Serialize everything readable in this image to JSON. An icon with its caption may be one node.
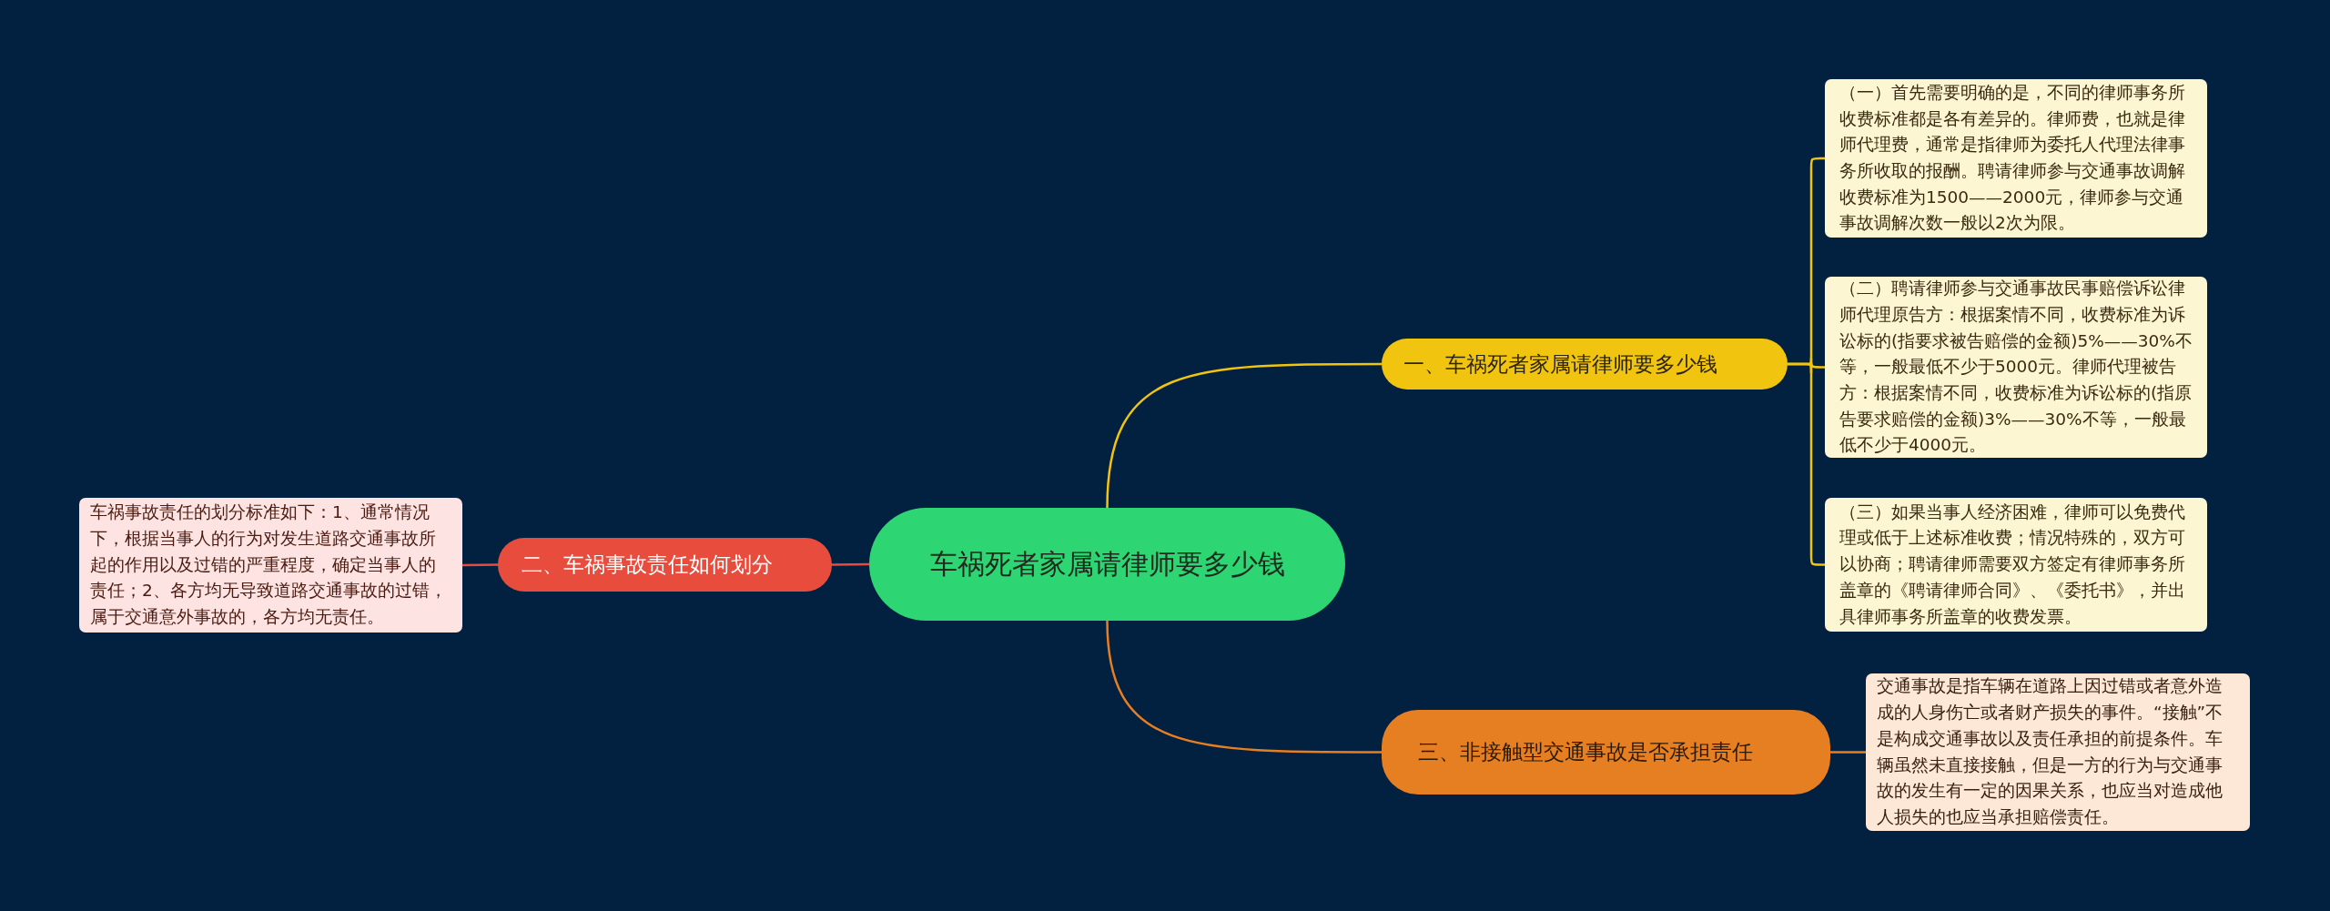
{
  "diagram": {
    "nodes": [
      {
        "text": [
          "车祸死者家属请律师要多少钱"
        ]
      },
      {
        "text": [
          "一、车祸死者家属请律师要多少钱"
        ]
      },
      {
        "text": [
          "（一）首先需要明确的是，不同的律师事务所收费标准都是各有差异的。律师费，也就是律师代理费，通常是指律师为委托人代理法律事务所收取的报酬。聘请律师参与交通事故调解收费标准为1500——2000元，律师参与交通事故调解次数一般以2次为限。"
        ]
      },
      {
        "text": [
          "（二）聘请律师参与交通事故民事赔偿诉讼律师代理原告方：根据案情不同，收费标准为诉讼标的(指要求被告赔偿的金额)5%——30%不等，一般最低不少于5000元。律师代理被告方：根据案情不同，收费标准为诉讼标的(指原告要求赔偿的金额)3%——30%不等，一般最低不少于4000元。"
        ]
      },
      {
        "text": [
          "（三）如果当事人经济困难，律师可以免费代理或低于上述标准收费；情况特殊的，双方可以协商；聘请律师需要双方签定有律师事务所盖章的《聘请律师合同》、《委托书》，并出具律师事务所盖章的收费发票。"
        ]
      },
      {
        "text": [
          "二、车祸事故责任如何划分"
        ]
      },
      {
        "text": [
          "车祸事故责任的划分标准如下：1、通常情况下，根据当事人的行为对发生道路交通事故所起的作用以及过错的严重程度，确定当事人的责任；2、各方均无导致道路交通事故的过错，属于交通意外事故的，各方均无责任。"
        ]
      },
      {
        "text": [
          "三、非接触型交通事故是否承担责任"
        ]
      },
      {
        "text": [
          "交通事故是指车辆在道路上因过错或者意外造成的人身伤亡或者财产损失的事件。“接触”不是构成交通事故以及责任承担的前提条件。车辆虽然未直接接触，但是一方的行为与交通事故的发生有一定的因果关系，也应当对造成他人损失的也应当承担赔偿责任。"
        ]
      }
    ],
    "edges": [
      {
        "from": 0,
        "to": 1,
        "arrow": "none",
        "color": "#f1c40f"
      },
      {
        "from": 1,
        "to": 2,
        "arrow": "none",
        "color": "#f1c40f"
      },
      {
        "from": 1,
        "to": 3,
        "arrow": "none",
        "color": "#f1c40f"
      },
      {
        "from": 1,
        "to": 4,
        "arrow": "none",
        "color": "#f1c40f"
      },
      {
        "from": 0,
        "to": 5,
        "arrow": "none",
        "color": "#e74c3c"
      },
      {
        "from": 5,
        "to": 6,
        "arrow": "none",
        "color": "#e74c3c"
      },
      {
        "from": 0,
        "to": 7,
        "arrow": "none",
        "color": "#e67e22"
      },
      {
        "from": 7,
        "to": 8,
        "arrow": "none",
        "color": "#e67e22"
      }
    ]
  }
}
